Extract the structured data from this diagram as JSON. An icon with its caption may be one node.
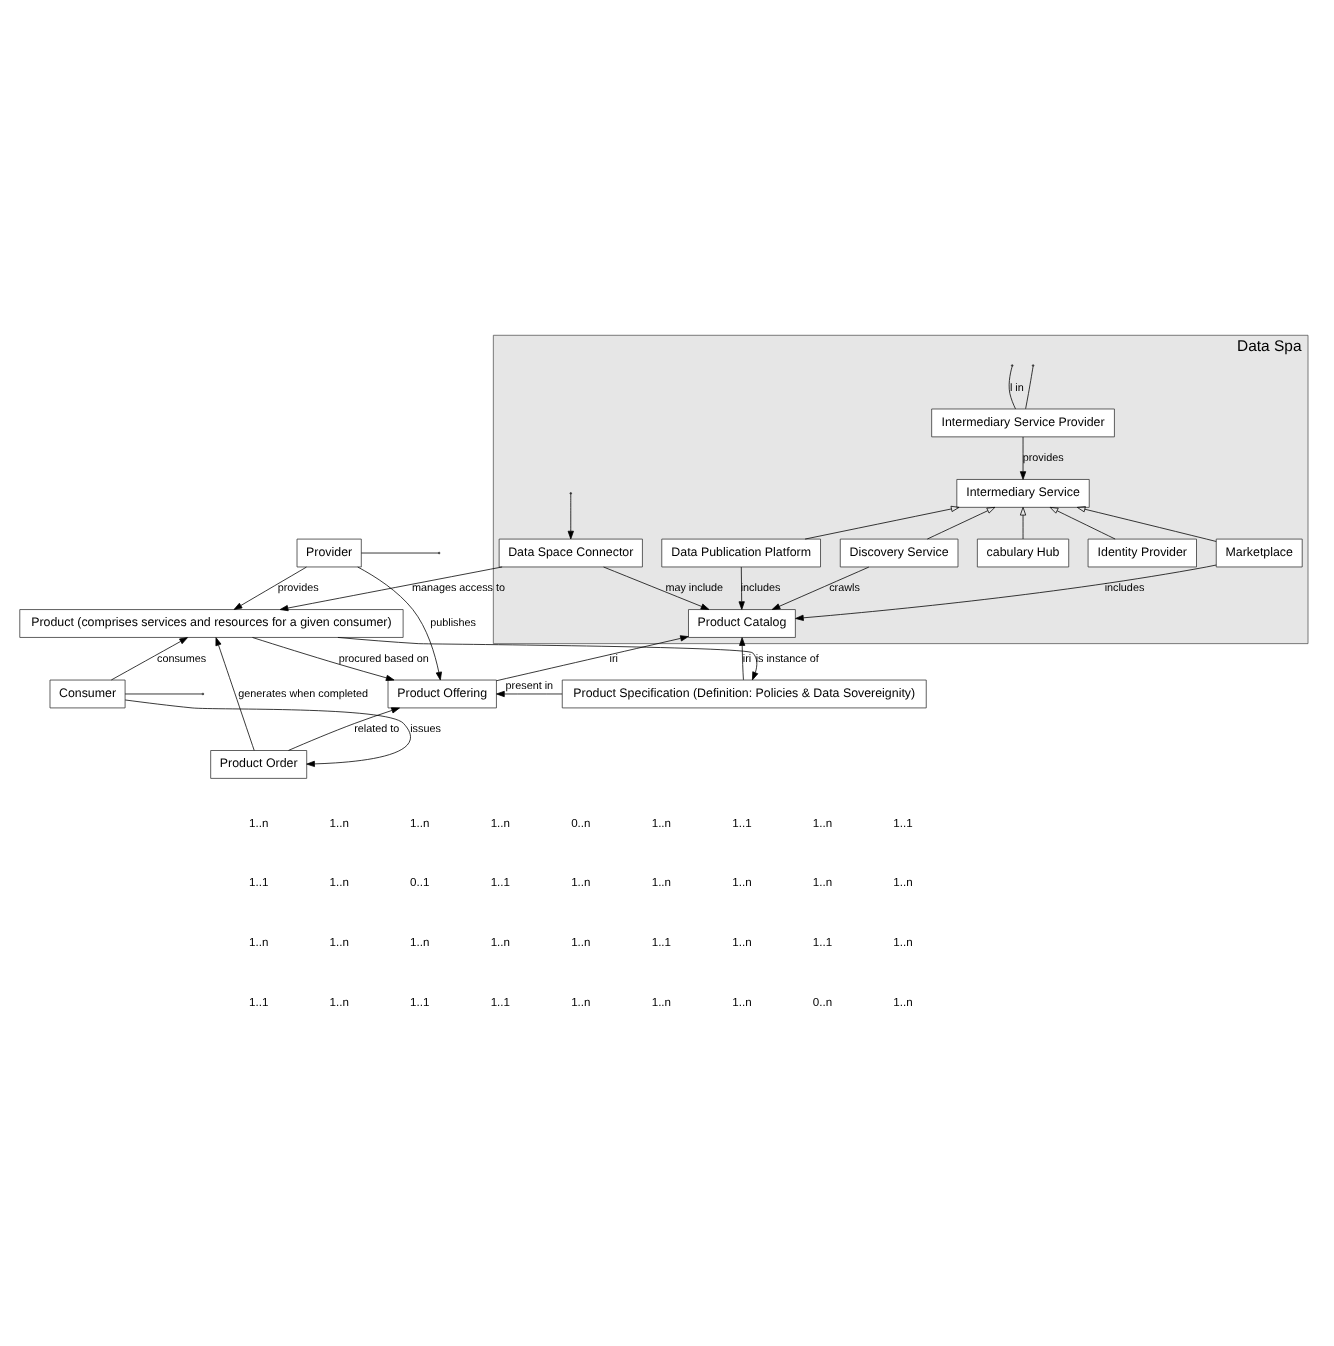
{
  "diagram": {
    "nodes": [
      {
        "text": [
          "Data Spa"
        ]
      },
      {
        "text": [
          "Intermediary Service Provider"
        ],
        "in": 0
      },
      {
        "text": [
          "Intermediary Service"
        ],
        "in": 0
      },
      {
        "text": [
          "cabulary Hub"
        ],
        "in": 0
      },
      {
        "text": [
          "Identity Provider"
        ],
        "in": 0
      },
      {
        "text": [
          "Marketplace"
        ],
        "in": 0
      },
      {
        "text": [
          "Data Publication Platform"
        ],
        "in": 0
      },
      {
        "text": [
          "Discovery Service"
        ],
        "in": 0
      },
      {
        "text": [
          "Data Space Connector"
        ],
        "in": 0
      },
      {
        "text": [
          "Product Catalog"
        ],
        "in": 0
      },
      {
        "text": [
          "Provider"
        ]
      },
      {
        "text": [
          "Product (comprises services and resources for a given consumer)"
        ]
      },
      {
        "text": [
          "Product Offering"
        ]
      },
      {
        "text": [
          "Product Specification (Definition: Policies & Data Sovereignity)"
        ]
      },
      {
        "text": [
          "Consumer"
        ]
      },
      {
        "text": [
          "Product Order"
        ]
      }
    ],
    "edges": [
      {
        "from": null,
        "to": 1,
        "arrow": "none"
      },
      {
        "from": null,
        "to": 1,
        "label": "l in",
        "arrow": "none"
      },
      {
        "from": 1,
        "to": 2,
        "label": "provides",
        "arrow": "to"
      },
      {
        "from": 3,
        "to": 2,
        "arrow": "to"
      },
      {
        "from": 4,
        "to": 2,
        "arrow": "to"
      },
      {
        "from": 5,
        "to": 2,
        "arrow": "to"
      },
      {
        "from": 6,
        "to": 2,
        "arrow": "to"
      },
      {
        "from": 7,
        "to": 2,
        "arrow": "to"
      },
      {
        "from": null,
        "to": 8,
        "arrow": "to"
      },
      {
        "from": 5,
        "to": 9,
        "label": "includes",
        "arrow": "to"
      },
      {
        "from": 6,
        "to": 9,
        "label": "includes",
        "arrow": "to"
      },
      {
        "from": 7,
        "to": 9,
        "label": "crawls",
        "arrow": "to"
      },
      {
        "from": 8,
        "to": 9,
        "label": "may include",
        "arrow": "to"
      },
      {
        "from": 8,
        "to": 11,
        "label": "manages access to",
        "arrow": "to"
      },
      {
        "from": 12,
        "to": 9,
        "label": "iri",
        "arrow": "to"
      },
      {
        "from": 13,
        "to": 9,
        "label": "iri",
        "arrow": "to"
      },
      {
        "from": 10,
        "to": 12,
        "label": "publishes",
        "arrow": "to"
      },
      {
        "from": 10,
        "to": 11,
        "label": "provides",
        "arrow": "to"
      },
      {
        "from": 11,
        "to": 12,
        "label": "procured based on",
        "arrow": "to"
      },
      {
        "from": 13,
        "to": 12,
        "label": "present in",
        "arrow": "to"
      },
      {
        "from": 11,
        "to": 13,
        "label": "is instance of",
        "arrow": "to"
      },
      {
        "from": 14,
        "to": 11,
        "label": "consumes",
        "arrow": "to"
      },
      {
        "from": 15,
        "to": 11,
        "label": "generates when completed",
        "arrow": "to"
      },
      {
        "from": 15,
        "to": 12,
        "label": "related to",
        "arrow": "to"
      },
      {
        "from": 14,
        "to": 15,
        "label": "issues",
        "arrow": "to"
      },
      {
        "from": 10,
        "to": null,
        "arrow": "none"
      },
      {
        "from": 14,
        "to": null,
        "arrow": "none"
      }
    ],
    "labels": [
      "1..n",
      "1..n",
      "1..n",
      "1..n",
      "0..n",
      "1..n",
      "1..1",
      "1..n",
      "1..1",
      "1..1",
      "1..n",
      "0..1",
      "1..1",
      "1..n",
      "1..n",
      "1..n",
      "1..n",
      "1..n",
      "1..n",
      "1..n",
      "1..n",
      "1..n",
      "1..n",
      "1..1",
      "1..n",
      "1..1",
      "1..n",
      "1..1",
      "1..n",
      "1..1",
      "1..1",
      "1..n",
      "1..n",
      "1..n",
      "0..n",
      "1..n"
    ]
  }
}
